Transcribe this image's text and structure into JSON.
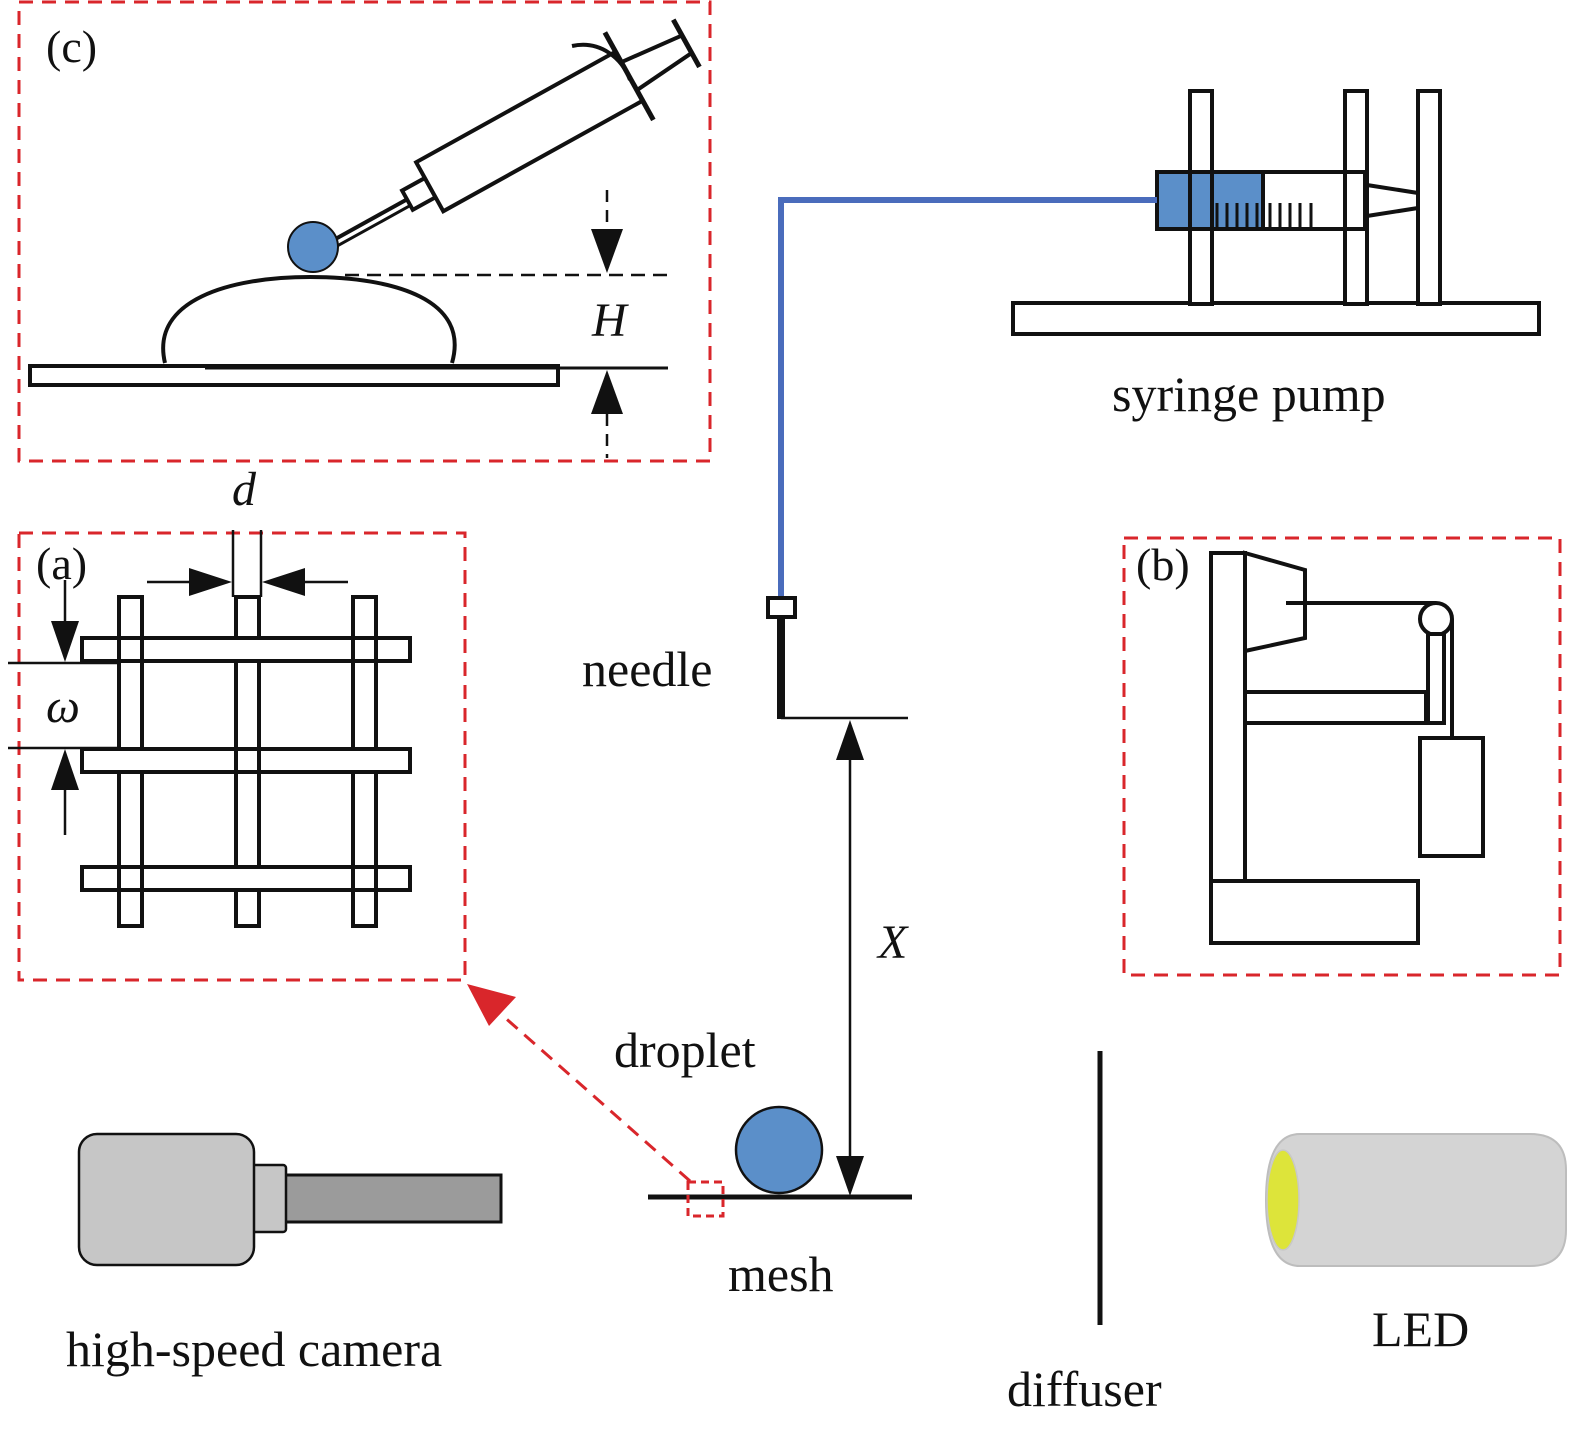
{
  "labels": {
    "syringe_pump": "syringe pump",
    "needle": "needle",
    "droplet": "droplet",
    "mesh": "mesh",
    "high_speed_camera": "high-speed camera",
    "diffuser": "diffuser",
    "led": "LED"
  },
  "panels": {
    "a": "(a)",
    "b": "(b)",
    "c": "(c)"
  },
  "symbols": {
    "d": "d",
    "omega": "ω",
    "H": "H",
    "X": "X"
  },
  "colors": {
    "liquid_blue": "#5b8fc9",
    "tube_blue": "#4a6cbc",
    "dashed_red": "#d9262b",
    "camera_body": "#c6c6c6",
    "camera_lens": "#9b9b9b",
    "led_body": "#d4d4d4",
    "led_face": "#dde43a",
    "stroke": "#111111"
  }
}
